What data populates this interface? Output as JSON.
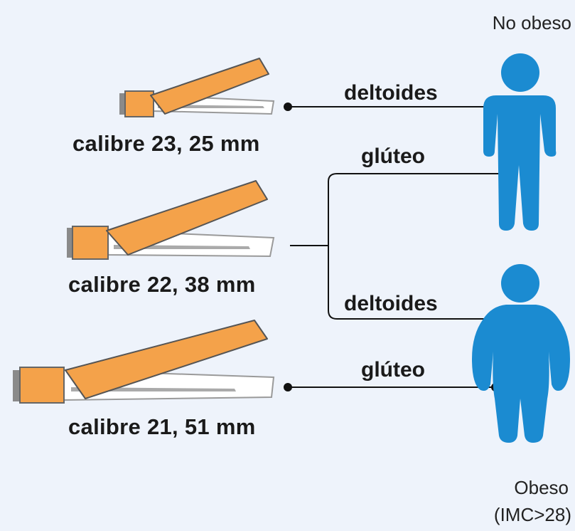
{
  "colors": {
    "background": "#eef3fb",
    "needle_cap": "#f4a24a",
    "person": "#1b8bd1",
    "line": "#111111"
  },
  "labels": {
    "not_obese": "No obeso",
    "obese_line1": "Obeso",
    "obese_line2": "(IMC>28)",
    "needle1": "calibre 23, 25 mm",
    "needle2": "calibre 22, 38 mm",
    "needle3": "calibre 21, 51 mm",
    "site_deltoid_top": "deltoides",
    "site_gluteal_top": "glúteo",
    "site_deltoid_bottom": "deltoides",
    "site_gluteal_bottom": "glúteo"
  }
}
